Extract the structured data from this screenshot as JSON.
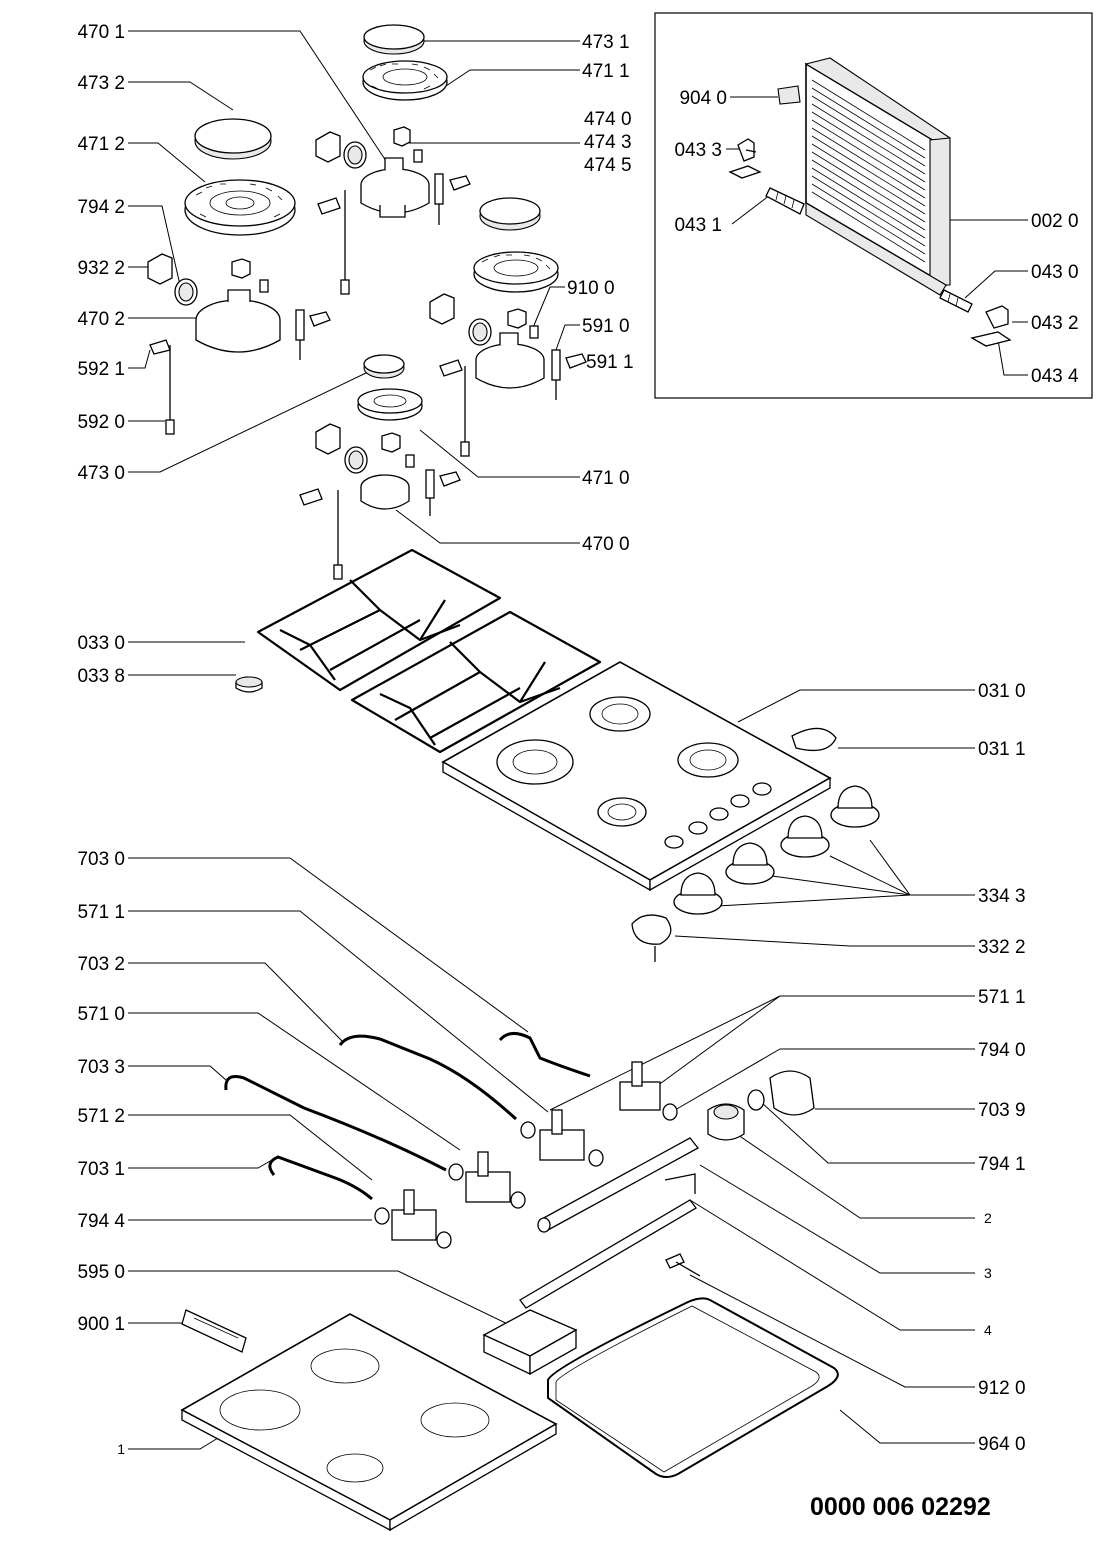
{
  "document_number": "0000 006 02292",
  "labels": {
    "l4701": "470 1",
    "l4732": "473 2",
    "l4712": "471 2",
    "l7942": "794 2",
    "l9322": "932 2",
    "l4702": "470 2",
    "l5921": "592 1",
    "l5920": "592 0",
    "l4730": "473 0",
    "l0330": "033 0",
    "l0338": "033 8",
    "l7030": "703 0",
    "l5711a": "571 1",
    "l7032": "703 2",
    "l5710": "571 0",
    "l7033": "703 3",
    "l5712": "571 2",
    "l7031": "703 1",
    "l7944": "794 4",
    "l5950": "595 0",
    "l9001": "900 1",
    "l1": "1",
    "l4731": "473 1",
    "l4711": "471 1",
    "l4740": "474 0",
    "l4743": "474 3",
    "l4745": "474 5",
    "l9100": "910 0",
    "l5910": "591 0",
    "l5911": "591 1",
    "l4710": "471 0",
    "l4700": "470 0",
    "l9040": "904 0",
    "l0433": "043 3",
    "l0431": "043 1",
    "l0020": "002 0",
    "l0430": "043 0",
    "l0432": "043 2",
    "l0434": "043 4",
    "l0310": "031 0",
    "l0311": "031 1",
    "l3343": "334 3",
    "l3322": "332 2",
    "l5711b": "571 1",
    "l7940": "794 0",
    "l7039": "703 9",
    "l7941": "794 1",
    "l2": "2",
    "l3": "3",
    "l4": "4",
    "l9120": "912 0",
    "l9640": "964 0"
  }
}
